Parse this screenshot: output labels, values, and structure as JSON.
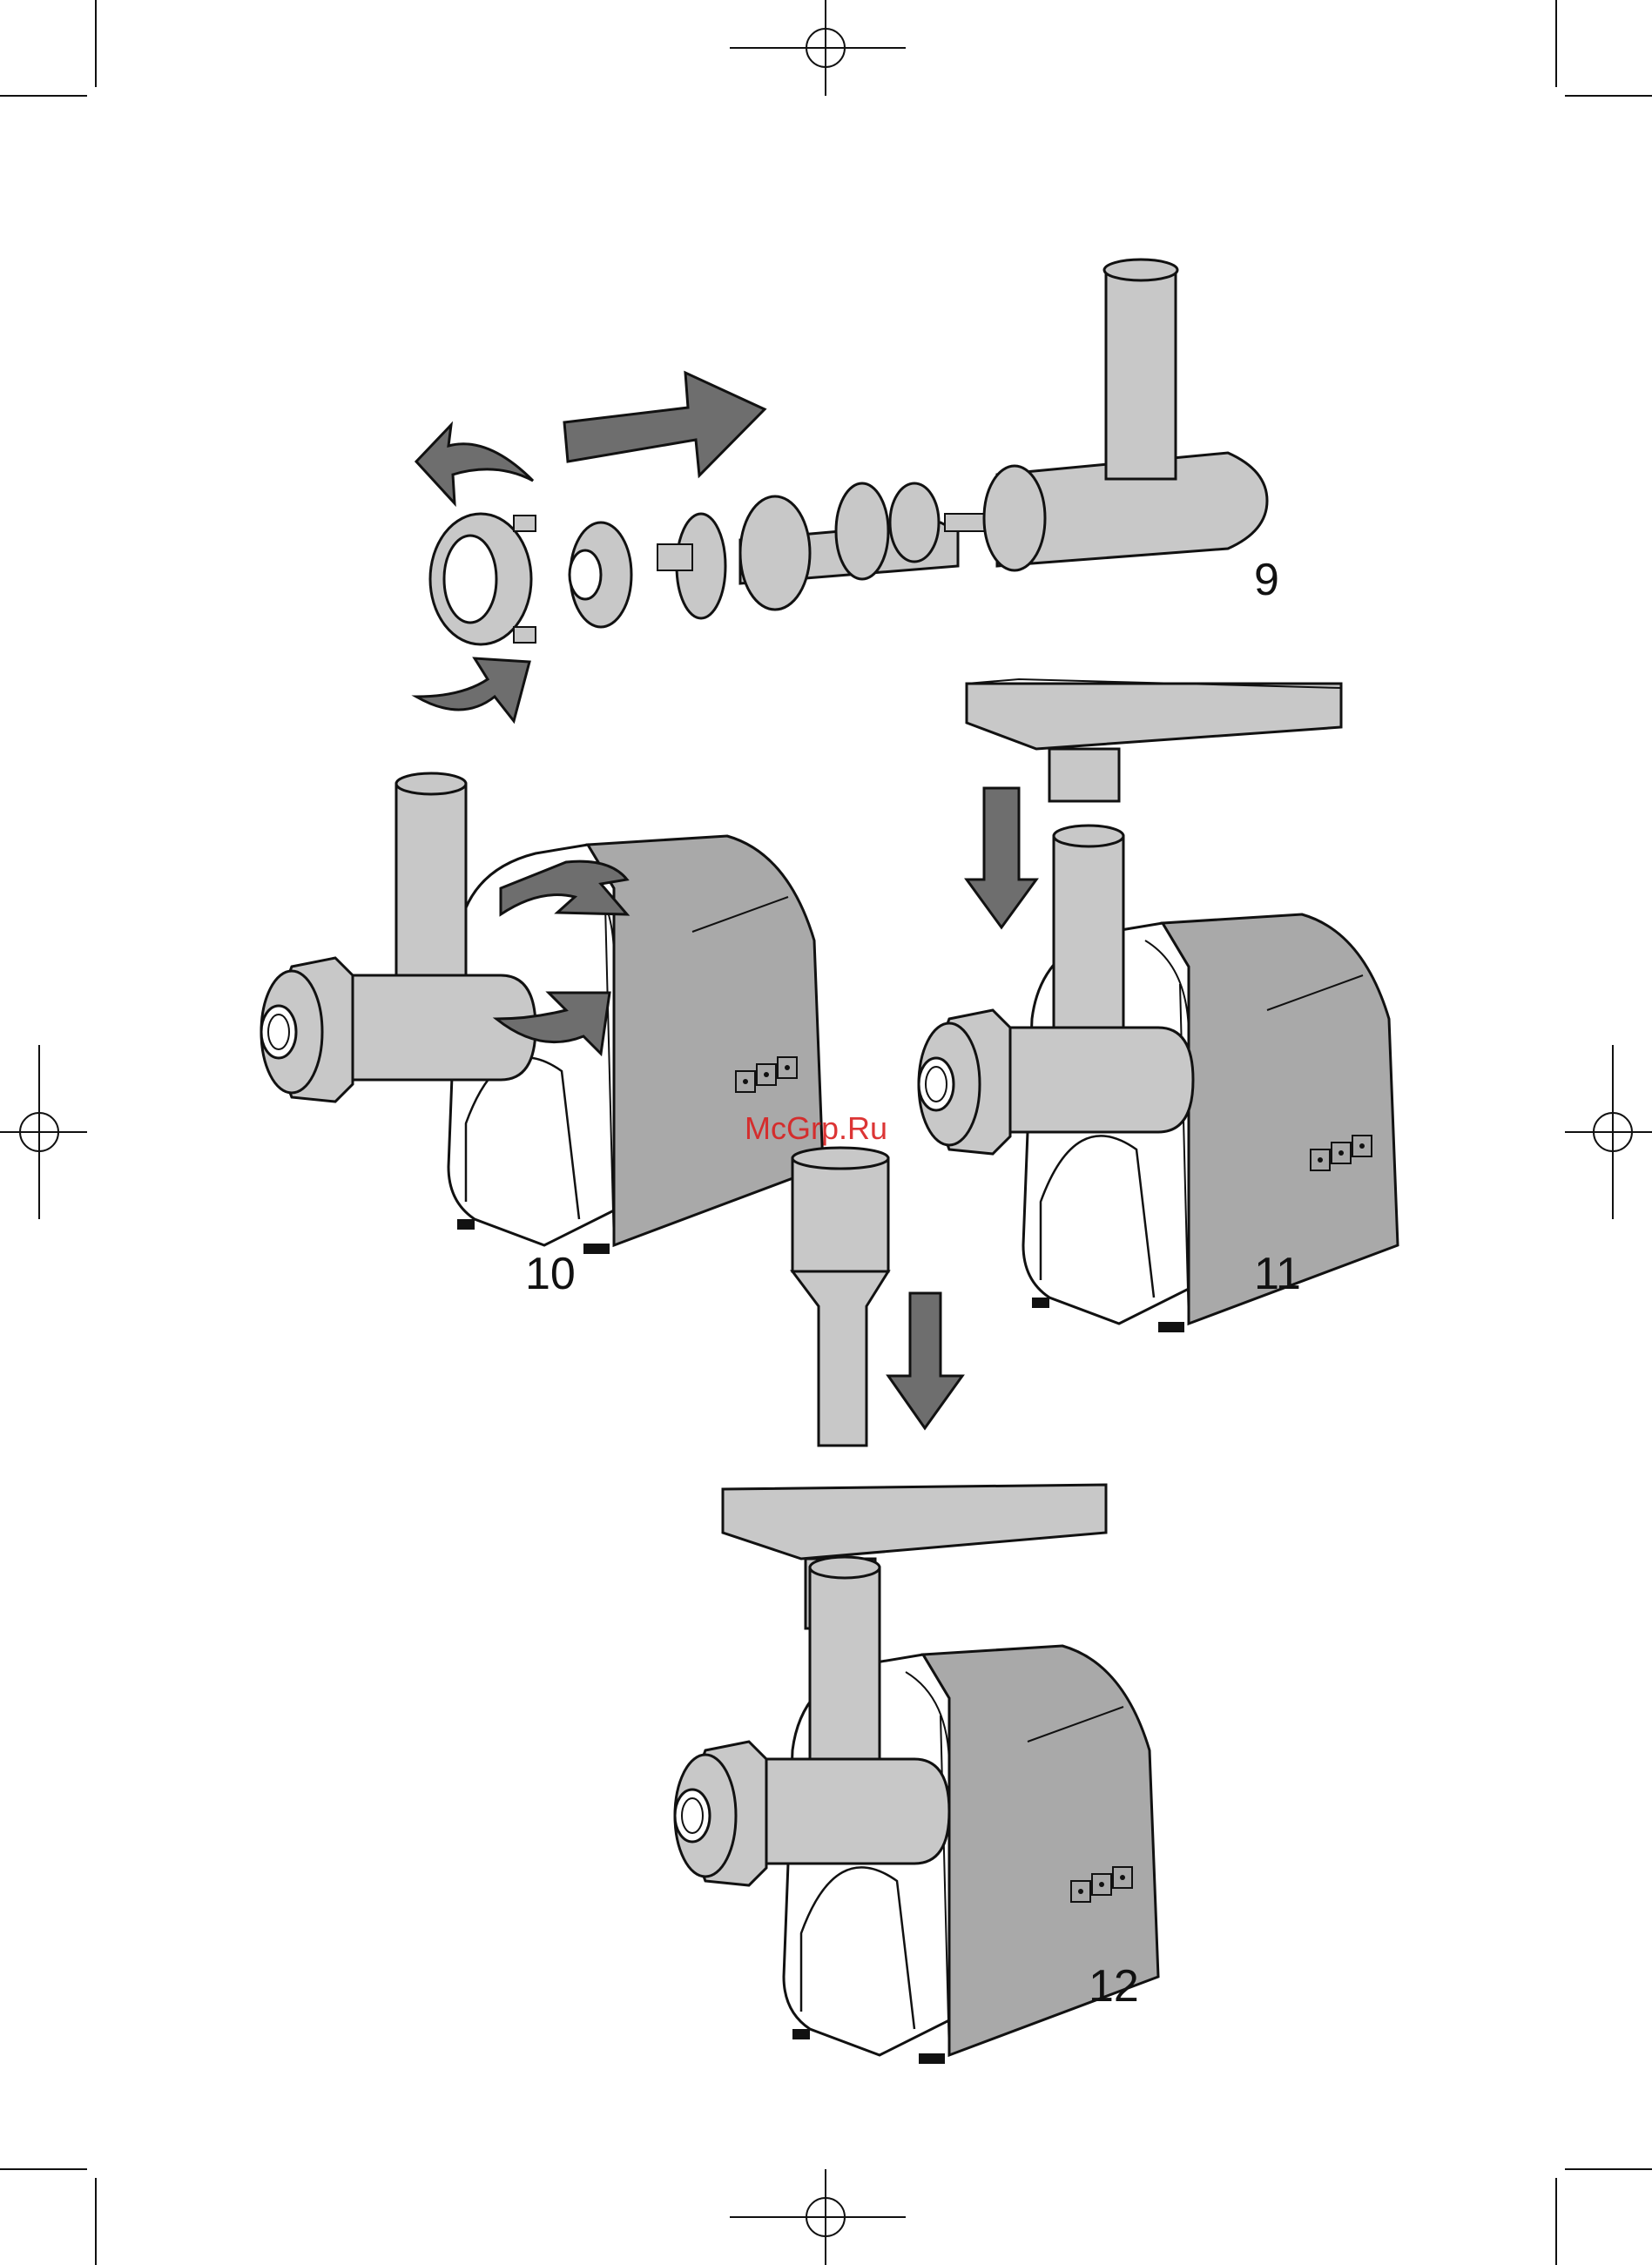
{
  "steps": [
    {
      "number": "9"
    },
    {
      "number": "10"
    },
    {
      "number": "11"
    },
    {
      "number": "12"
    }
  ],
  "watermark": "McGrp.Ru",
  "colors": {
    "body_dark": "#a9a9a9",
    "part_light": "#c8c8c8",
    "arrow": "#6e6e6e",
    "outline": "#111111",
    "white_base": "#ffffff"
  },
  "icons": [
    "crop-mark-icon",
    "registration-mark-icon",
    "push-arrow-icon",
    "rotate-arrow-icon",
    "down-arrow-icon"
  ]
}
